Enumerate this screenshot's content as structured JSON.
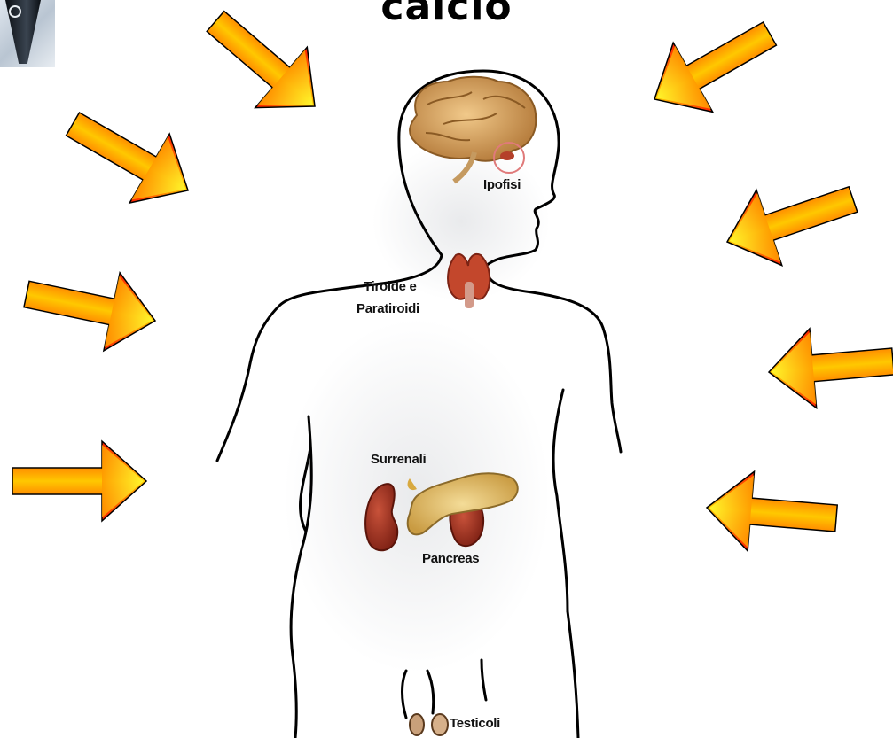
{
  "title": "calcio",
  "logo_icon": "compass-logo-icon",
  "labels": {
    "ipofisi": "Ipofisi",
    "tiroide_line1": "Tiroide e",
    "tiroide_line2": "Paratiroidi",
    "surrenali": "Surrenali",
    "pancreas": "Pancreas",
    "testicoli": "Testicoli"
  },
  "colors": {
    "arrow_edge": "#ff0000",
    "arrow_center": "#ffbd00",
    "arrow_tip": "#ffff22",
    "outline": "#000000",
    "organ_red": "#a42a1a",
    "pancreas": "#e6c36a",
    "brain": "#d9a663"
  }
}
